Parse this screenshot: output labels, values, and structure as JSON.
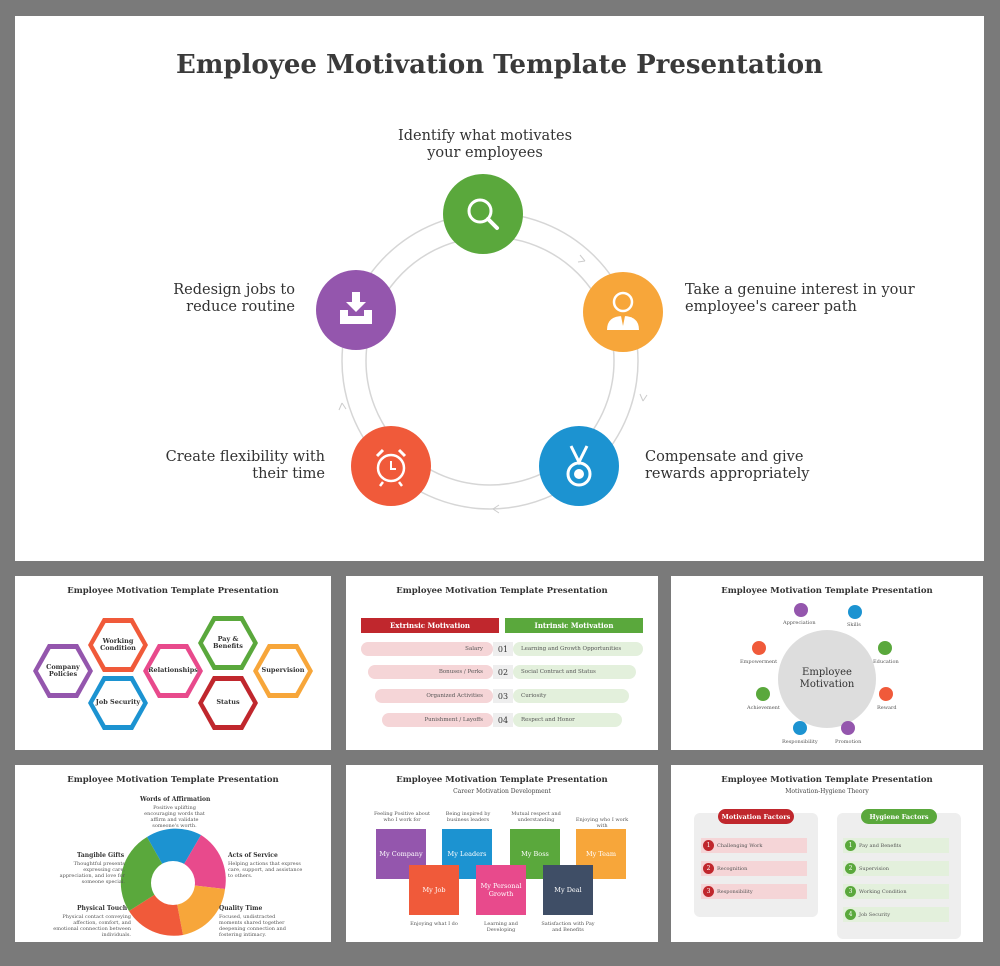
{
  "main": {
    "title": "Employee Motivation Template Presentation",
    "items": [
      {
        "label": "Identify what motivates your employees",
        "color": "#5aa83c",
        "icon": "search-icon"
      },
      {
        "label": "Take a genuine interest in your employee's career path",
        "color": "#f7a63a",
        "icon": "employee-icon"
      },
      {
        "label": "Compensate and give rewards appropriately",
        "color": "#1c93d1",
        "icon": "medal-icon"
      },
      {
        "label": "Create flexibility with their time",
        "color": "#f05a3a",
        "icon": "alarm-clock-icon"
      },
      {
        "label": "Redesign jobs to reduce routine",
        "color": "#9456ad",
        "icon": "inbox-download-icon"
      }
    ]
  },
  "thumbs": {
    "s1": {
      "title": "Employee Motivation Template Presentation",
      "hexes": [
        {
          "label": "Company Policies",
          "color": "#9456ad"
        },
        {
          "label": "Working Condition",
          "color": "#f05a3a"
        },
        {
          "label": "Job Security",
          "color": "#1c93d1"
        },
        {
          "label": "Relationships",
          "color": "#e84a8c"
        },
        {
          "label": "Pay & Benefits",
          "color": "#5aa83c"
        },
        {
          "label": "Status",
          "color": "#c0272d"
        },
        {
          "label": "Supervision",
          "color": "#f7a63a"
        }
      ]
    },
    "s2": {
      "title": "Employee Motivation Template Presentation",
      "left_header": "Extrinsic Motivation",
      "right_header": "Intrinsic Motivation",
      "rows": [
        {
          "left": "Salary",
          "num": "01",
          "right": "Learning and Growth Opportunities"
        },
        {
          "left": "Bonuses / Perks",
          "num": "02",
          "right": "Social Contract and Status"
        },
        {
          "left": "Organized Activities",
          "num": "03",
          "right": "Curiosity"
        },
        {
          "left": "Punishment / Layoffs",
          "num": "04",
          "right": "Respect and Honor"
        }
      ]
    },
    "s3": {
      "title": "Employee Motivation Template Presentation",
      "center": "Employee Motivation",
      "nodes": [
        {
          "label": "Appreciation",
          "color": "#9456ad"
        },
        {
          "label": "Skills",
          "color": "#1c93d1"
        },
        {
          "label": "Education",
          "color": "#5aa83c"
        },
        {
          "label": "Reward",
          "color": "#f05a3a"
        },
        {
          "label": "Promotion",
          "color": "#9456ad"
        },
        {
          "label": "Responsibility",
          "color": "#1c93d1"
        },
        {
          "label": "Achievement",
          "color": "#5aa83c"
        },
        {
          "label": "Empowerment",
          "color": "#f05a3a"
        }
      ]
    },
    "s4": {
      "title": "Employee Motivation Template Presentation",
      "items": [
        {
          "label": "Words of Affirmation",
          "desc": "Positive uplifting encouraging words that affirm and validate someone's worth."
        },
        {
          "label": "Acts of Service",
          "desc": "Helping actions that express care, support, and assistance to others."
        },
        {
          "label": "Quality Time",
          "desc": "Focused, undistracted moments shared together deepening connection and fostering intimacy."
        },
        {
          "label": "Physical Touch",
          "desc": "Physical contact conveying affection, comfort, and emotional connection between individuals."
        },
        {
          "label": "Tangible Gifts",
          "desc": "Thoughtful presents expressing care, appreciation, and love for someone special."
        }
      ]
    },
    "s5": {
      "title": "Employee Motivation Template Presentation",
      "subtitle": "Career Motivation Development",
      "top": [
        {
          "label": "My Company",
          "color": "#9456ad",
          "note": "Feeling Positive about who I work for"
        },
        {
          "label": "My Leaders",
          "color": "#1c93d1",
          "note": "Being inspired by business leaders"
        },
        {
          "label": "My Boss",
          "color": "#5aa83c",
          "note": "Mutual respect and understanding"
        },
        {
          "label": "My Team",
          "color": "#f7a63a",
          "note": "Enjoying who I work with"
        }
      ],
      "bottom": [
        {
          "label": "My Job",
          "color": "#f05a3a",
          "note": "Enjoying what I do"
        },
        {
          "label": "My Personal Growth",
          "color": "#e84a8c",
          "note": "Learning and Developing"
        },
        {
          "label": "My Deal",
          "color": "#3f4e66",
          "note": "Satisfaction with Pay and Benefits"
        }
      ]
    },
    "s6": {
      "title": "Employee Motivation Template Presentation",
      "subtitle": "Motivation-Hygiene Theory",
      "left_header": "Motivation Factors",
      "right_header": "Hygiene Factors",
      "left": [
        "Challenging Work",
        "Recognition",
        "Responsibility"
      ],
      "right": [
        "Pay and Benefits",
        "Supervision",
        "Working Condition",
        "Job Security"
      ]
    }
  }
}
